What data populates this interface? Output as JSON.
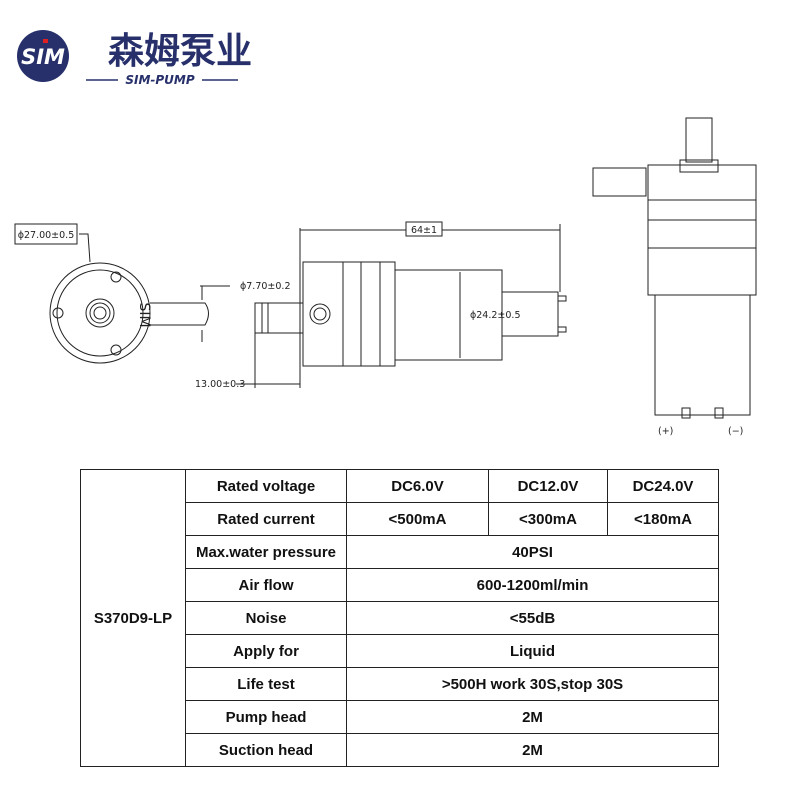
{
  "brand": {
    "logo_mark": "SIM",
    "name_cn": "森姆泵业",
    "name_en": "SIM-PUMP",
    "color": "#27306b",
    "accent": "#e02020"
  },
  "drawing": {
    "body_diameter": "ϕ27.00±0.5",
    "outlet_diameter": "ϕ7.70±0.2",
    "outlet_length": "13.00±0.3",
    "total_length": "64±1",
    "motor_diameter": "ϕ24.2±0.5",
    "head_label": "SIM",
    "positive": "(+)",
    "negative": "(−)"
  },
  "specs": {
    "model": "S370D9-LP",
    "rows": [
      {
        "label": "Rated voltage",
        "values": [
          "DC6.0V",
          "DC12.0V",
          "DC24.0V"
        ]
      },
      {
        "label": "Rated current",
        "values": [
          "<500mA",
          "<300mA",
          "<180mA"
        ]
      },
      {
        "label": "Max.water pressure",
        "value": "40PSI"
      },
      {
        "label": "Air flow",
        "value": "600-1200ml/min"
      },
      {
        "label": "Noise",
        "value": "<55dB"
      },
      {
        "label": "Apply for",
        "value": "Liquid"
      },
      {
        "label": "Life test",
        "value": ">500H work 30S,stop 30S"
      },
      {
        "label": "Pump head",
        "value": "2M"
      },
      {
        "label": "Suction  head",
        "value": "2M"
      }
    ]
  }
}
